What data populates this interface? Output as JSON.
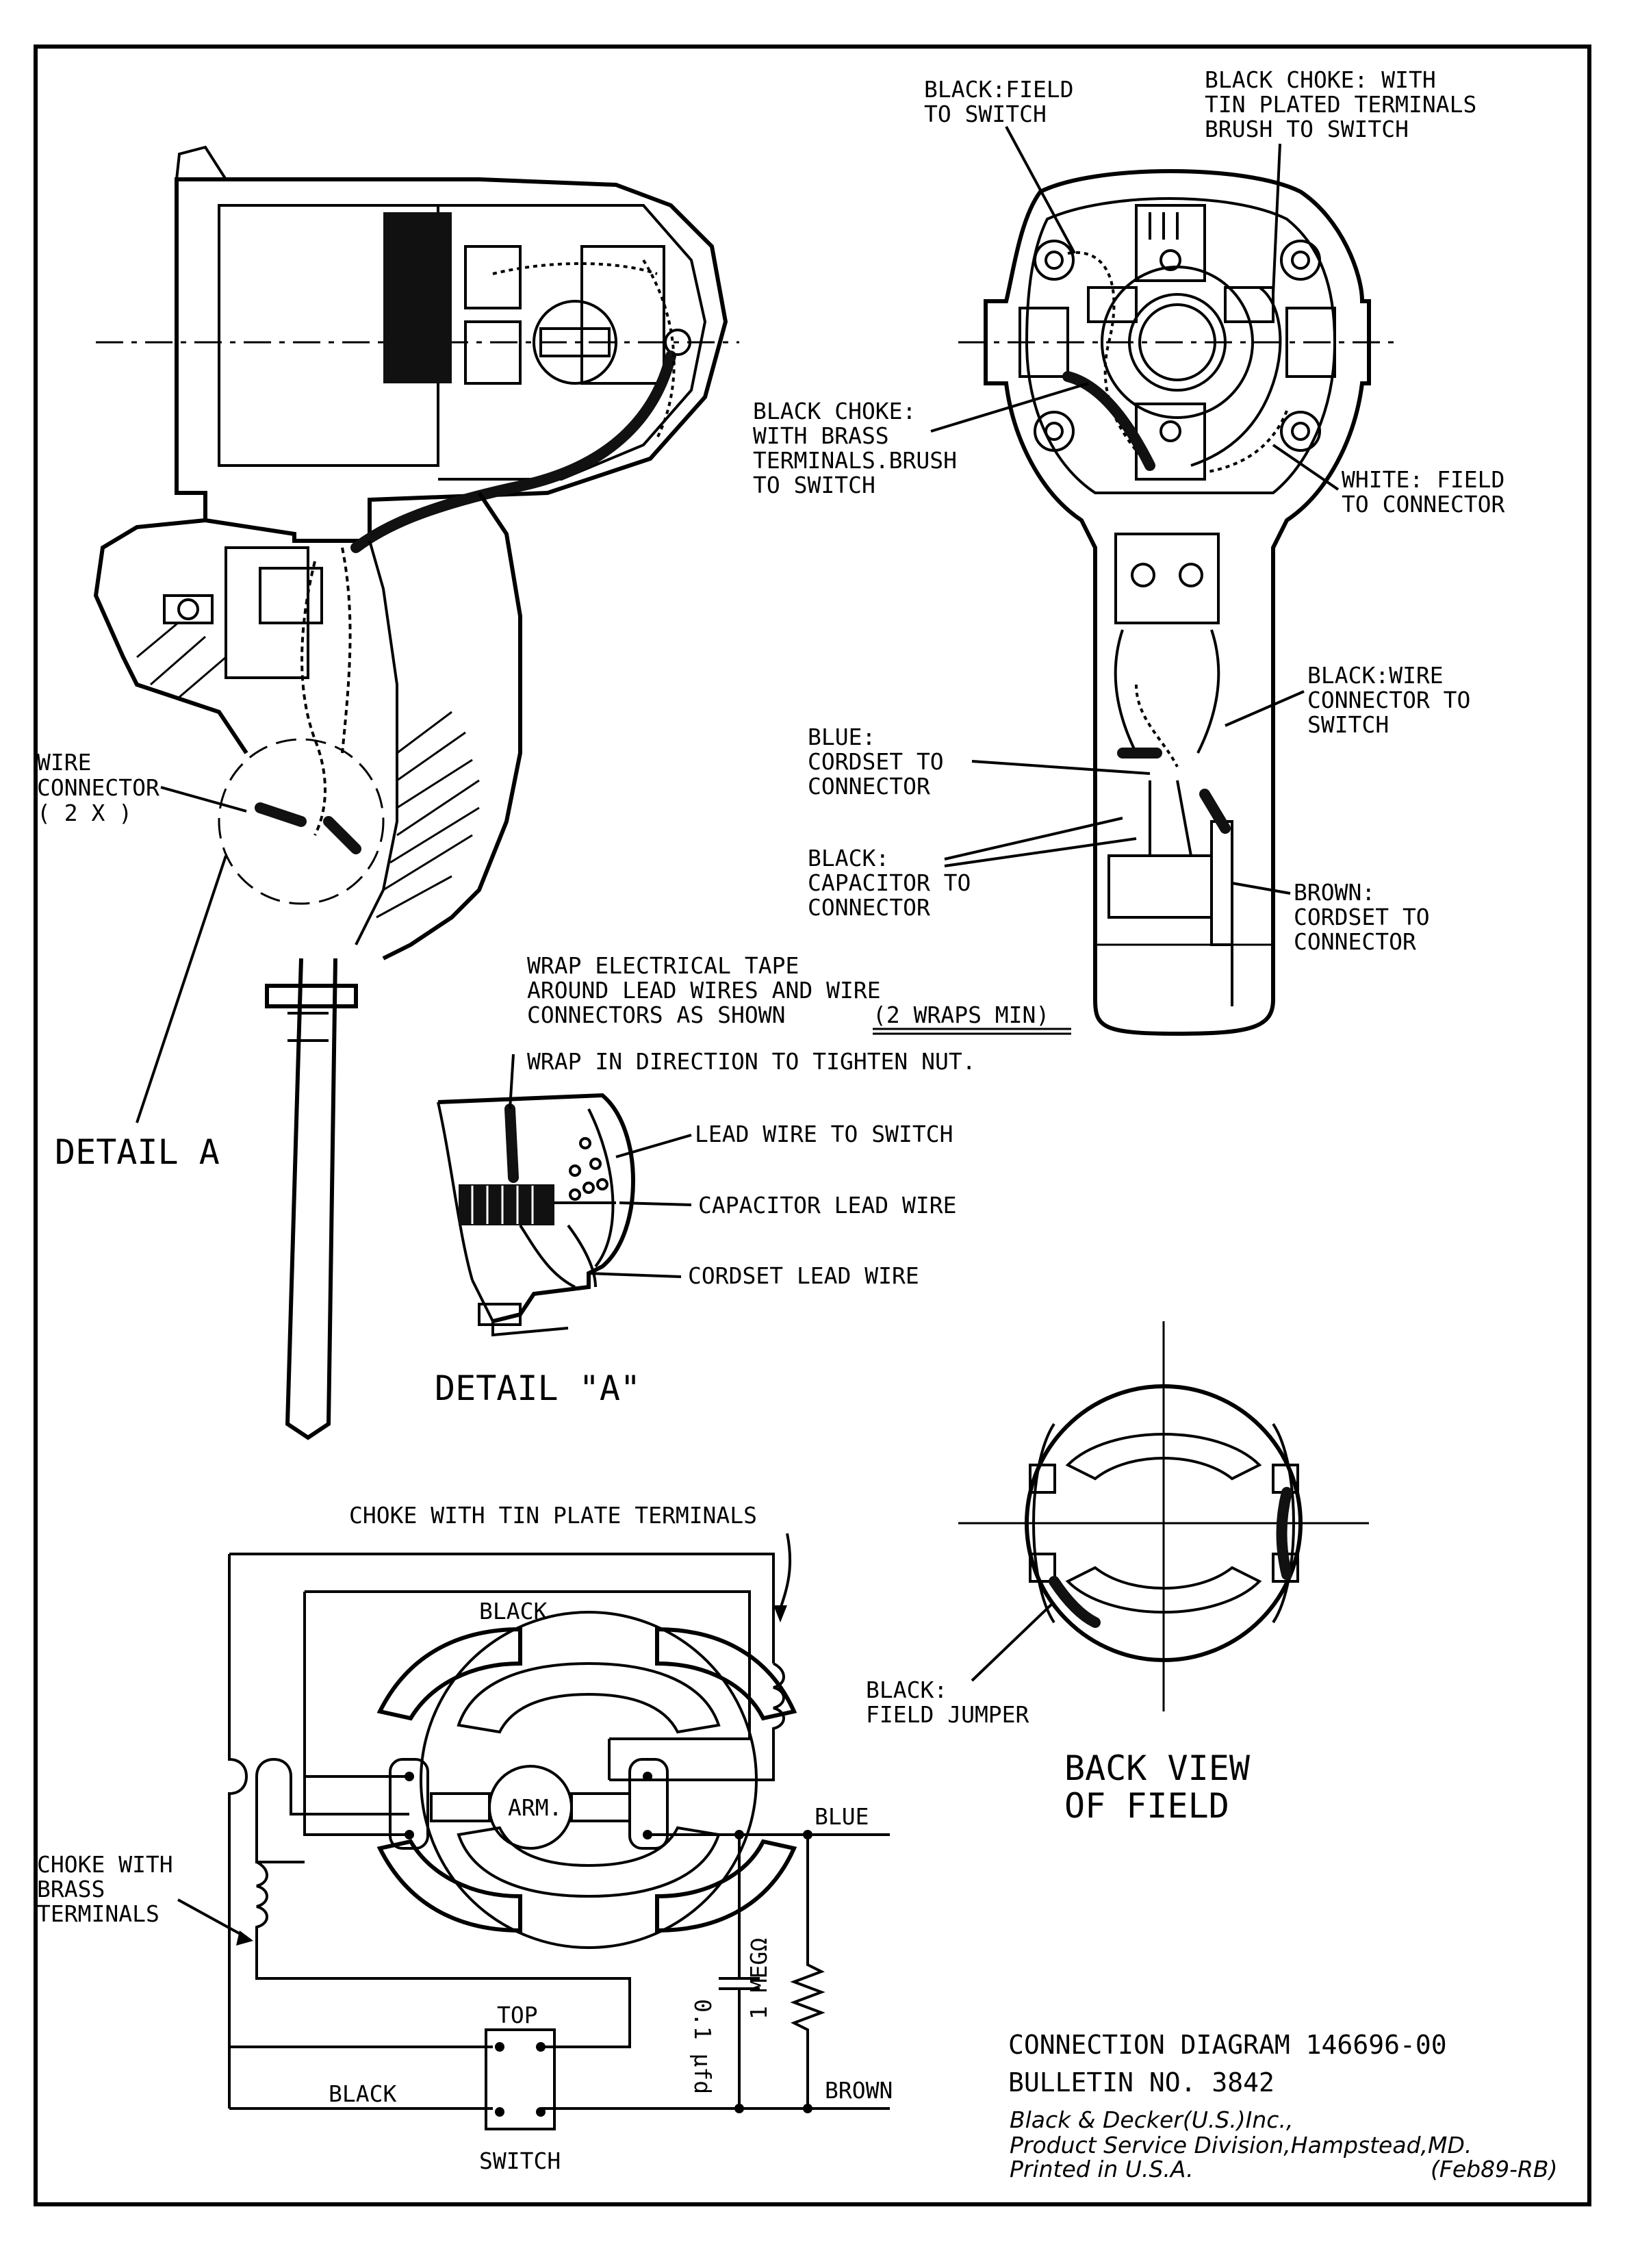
{
  "callouts": {
    "black_field_to_switch": [
      "BLACK:FIELD",
      "TO SWITCH"
    ],
    "black_choke_tin": [
      "BLACK CHOKE: WITH",
      "TIN PLATED TERMINALS",
      "BRUSH TO SWITCH"
    ],
    "black_choke_brass": [
      "BLACK CHOKE:",
      "WITH BRASS",
      "TERMINALS.BRUSH",
      "TO SWITCH"
    ],
    "white_field_to_connector": [
      "WHITE: FIELD",
      "TO CONNECTOR"
    ],
    "black_wire_connector": [
      "BLACK:WIRE",
      "CONNECTOR TO",
      "SWITCH"
    ],
    "blue_cordset": [
      "BLUE:",
      "CORDSET TO",
      "CONNECTOR"
    ],
    "black_capacitor": [
      "BLACK:",
      "CAPACITOR TO",
      "CONNECTOR"
    ],
    "brown_cordset": [
      "BROWN:",
      "CORDSET TO",
      "CONNECTOR"
    ],
    "wire_connector_2x": [
      "WIRE",
      "CONNECTOR",
      "( 2 X )"
    ],
    "detail_a_label": "DETAIL A",
    "wrap_tape": [
      "WRAP ELECTRICAL TAPE",
      "AROUND LEAD WIRES AND WIRE",
      "CONNECTORS AS SHOWN"
    ],
    "wrap_min": "(2 WRAPS MIN)",
    "wrap_direction": "WRAP IN DIRECTION TO TIGHTEN NUT.",
    "lead_wire_switch": "LEAD WIRE TO SWITCH",
    "capacitor_lead": "CAPACITOR LEAD WIRE",
    "cordset_lead": "CORDSET LEAD WIRE",
    "detail_a_title": "DETAIL \"A\"",
    "field_jumper": [
      "BLACK:",
      "FIELD JUMPER"
    ],
    "back_view": [
      "BACK VIEW",
      "OF FIELD"
    ]
  },
  "schematic": {
    "choke_tin": "CHOKE WITH TIN PLATE TERMINALS",
    "black_top": "BLACK",
    "arm": "ARM.",
    "blue": "BLUE",
    "choke_brass": [
      "CHOKE WITH",
      "BRASS",
      "TERMINALS"
    ],
    "cap_value": "0.1 µfd",
    "res_value": "1 MEGΩ",
    "top": "TOP",
    "black_bottom": "BLACK",
    "brown": "BROWN",
    "switch": "SWITCH"
  },
  "title_block": {
    "line1": "CONNECTION DIAGRAM 146696-00",
    "line2": "BULLETIN NO. 3842",
    "line3": "Black & Decker(U.S.)Inc.,",
    "line4": "Product Service Division,Hampstead,MD.",
    "line5": "Printed in U.S.A.",
    "line6": "(Feb89-RB)"
  }
}
